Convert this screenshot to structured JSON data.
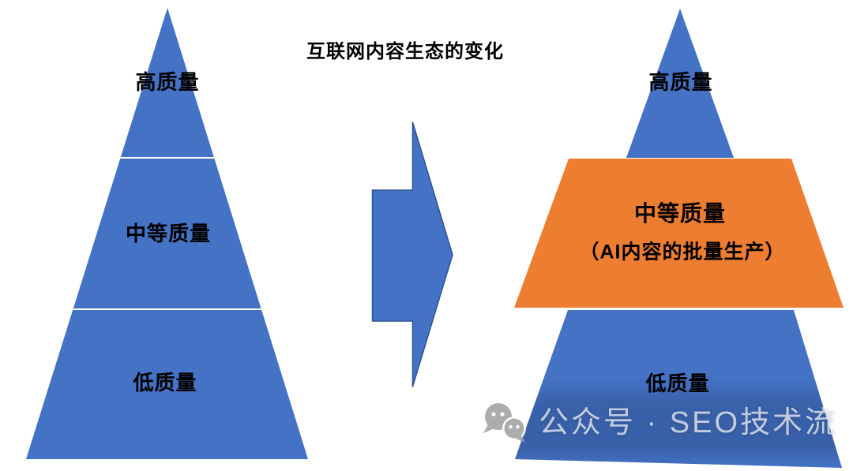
{
  "title": "互联网内容生态的变化",
  "colors": {
    "pyramid_blue": "#4472C4",
    "ai_orange": "#ED7D31",
    "arrow_fill": "#4472C4",
    "arrow_outline": "#2F528F",
    "divider_white": "#FFFFFF",
    "label_black": "#000000",
    "watermark_gray": "#9E9E9E"
  },
  "left_pyramid": {
    "levels": [
      {
        "label": "高质量"
      },
      {
        "label": "中等质量"
      },
      {
        "label": "低质量"
      }
    ]
  },
  "arrow": {
    "direction": "right"
  },
  "right_pyramid": {
    "top_label": "高质量",
    "middle_label": "中等质量",
    "middle_sublabel": "（AI内容的批量生产）",
    "bottom_label": "低质量"
  },
  "watermark": {
    "icon": "wechat-icon",
    "text": "公众号 · SEO技术流"
  }
}
